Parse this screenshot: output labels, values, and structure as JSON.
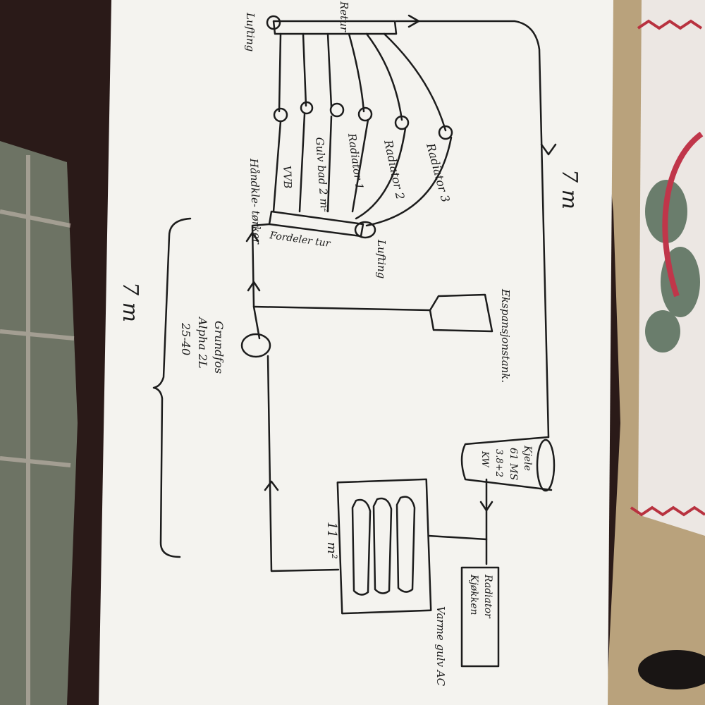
{
  "labels": {
    "retur": "Retur",
    "lufting_top": "Lufting",
    "radiator3": "Radiator 3",
    "radiator2": "Radiator 2",
    "radiator1": "Radiator 1",
    "gulvvarme": "Gulv bad 2 m²",
    "vvb": "VVB",
    "handkletorker": "Håndkle- tørker",
    "fordeler_tur": "Fordeler tur",
    "lufting_bottom": "Lufting",
    "distance_right": "7 m",
    "distance_left": "7 m",
    "grundfos_line1": "Grundfos",
    "grundfos_line2": "Alpha 2L",
    "grundfos_line3": "25-40",
    "ekspansjon": "Ekspansjonstank.",
    "kjele_line1": "Kjele",
    "kjele_line2": "61 MS",
    "kjele_line3": "3.8+2",
    "kjele_line4": "KW",
    "floor_area": "11 m²",
    "varme_gulv": "Varme gulv AC",
    "radiator_kjokken_line1": "Radiator",
    "radiator_kjokken_line2": "Kjøkken"
  },
  "colors": {
    "paper": "#f4f3ef",
    "ink": "#1c1c1c",
    "cardboard": "#b9a27c",
    "giftbag": "#ece7e3",
    "fabric": "#6d7364"
  }
}
